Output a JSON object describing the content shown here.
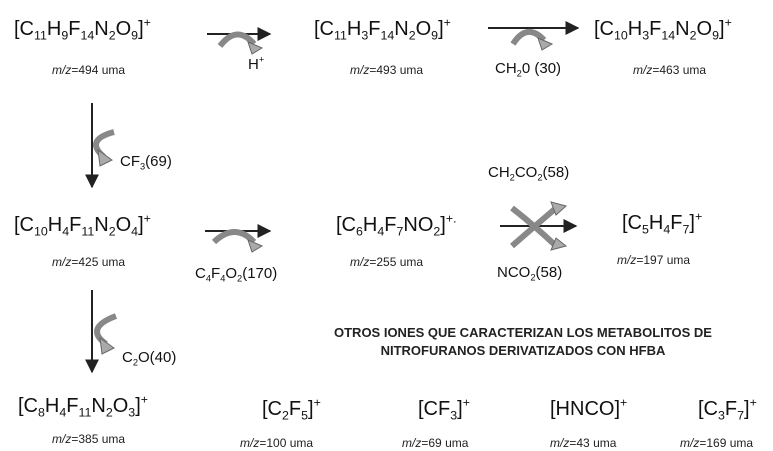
{
  "scheme": {
    "row1": {
      "ion1": {
        "formula_html": "[C<sub>11</sub>H<sub>9</sub>F<sub>14</sub>N<sub>2</sub>O<sub>9</sub>]<sup>+</sup>",
        "mz": "494"
      },
      "ion2": {
        "formula_html": "[C<sub>11</sub>H<sub>3</sub>F<sub>14</sub>N<sub>2</sub>O<sub>9</sub>]<sup>+</sup>",
        "mz": "493"
      },
      "ion3": {
        "formula_html": "[C<sub>10</sub>H<sub>3</sub>F<sub>14</sub>N<sub>2</sub>O<sub>9</sub>]<sup>+</sup>",
        "mz": "463"
      },
      "loss1_html": "H<sup>+</sup>",
      "loss2_html": "CH<sub>2</sub>0 (30)"
    },
    "down1_loss_html": "CF<sub>3</sub>(69)",
    "row2": {
      "ion1": {
        "formula_html": "[C<sub>10</sub>H<sub>4</sub>F<sub>11</sub>N<sub>2</sub>O<sub>4</sub>]<sup>+</sup>",
        "mz": "425"
      },
      "ion2": {
        "formula_html": "[C<sub>6</sub>H<sub>4</sub>F<sub>7</sub>NO<sub>2</sub>]<sup>+.</sup>",
        "mz": "255"
      },
      "ion3": {
        "formula_html": "[C<sub>5</sub>H<sub>4</sub>F<sub>7</sub>]<sup>+</sup>",
        "mz": "197"
      },
      "loss1_html": "C<sub>4</sub>F<sub>4</sub>O<sub>2</sub>(170)",
      "loss2_top_html": "CH<sub>2</sub>CO<sub>2</sub>(58)",
      "loss2_bottom_html": "NCO<sub>2</sub>(58)"
    },
    "down2_loss_html": "C<sub>2</sub>O(40)",
    "row3": {
      "ion1": {
        "formula_html": "[C<sub>8</sub>H<sub>4</sub>F<sub>11</sub>N<sub>2</sub>O<sub>3</sub>]<sup>+</sup>",
        "mz": "385"
      }
    }
  },
  "other_ions": {
    "heading_line1": "OTROS IONES QUE CARACTERIZAN LOS METABOLITOS DE",
    "heading_line2": "NITROFURANOS DERIVATIZADOS CON HFBA",
    "ions": [
      {
        "formula_html": "[C<sub>2</sub>F<sub>5</sub>]<sup>+</sup>",
        "mz": "100"
      },
      {
        "formula_html": "[CF<sub>3</sub>]<sup>+</sup>",
        "mz": "69"
      },
      {
        "formula_html": "[HNCO]<sup>+</sup>",
        "mz": "43"
      },
      {
        "formula_html": "[C<sub>3</sub>F<sub>7</sub>]<sup>+</sup>",
        "mz": "169"
      }
    ]
  },
  "mz_prefix": "m/z",
  "mz_unit": "uma"
}
